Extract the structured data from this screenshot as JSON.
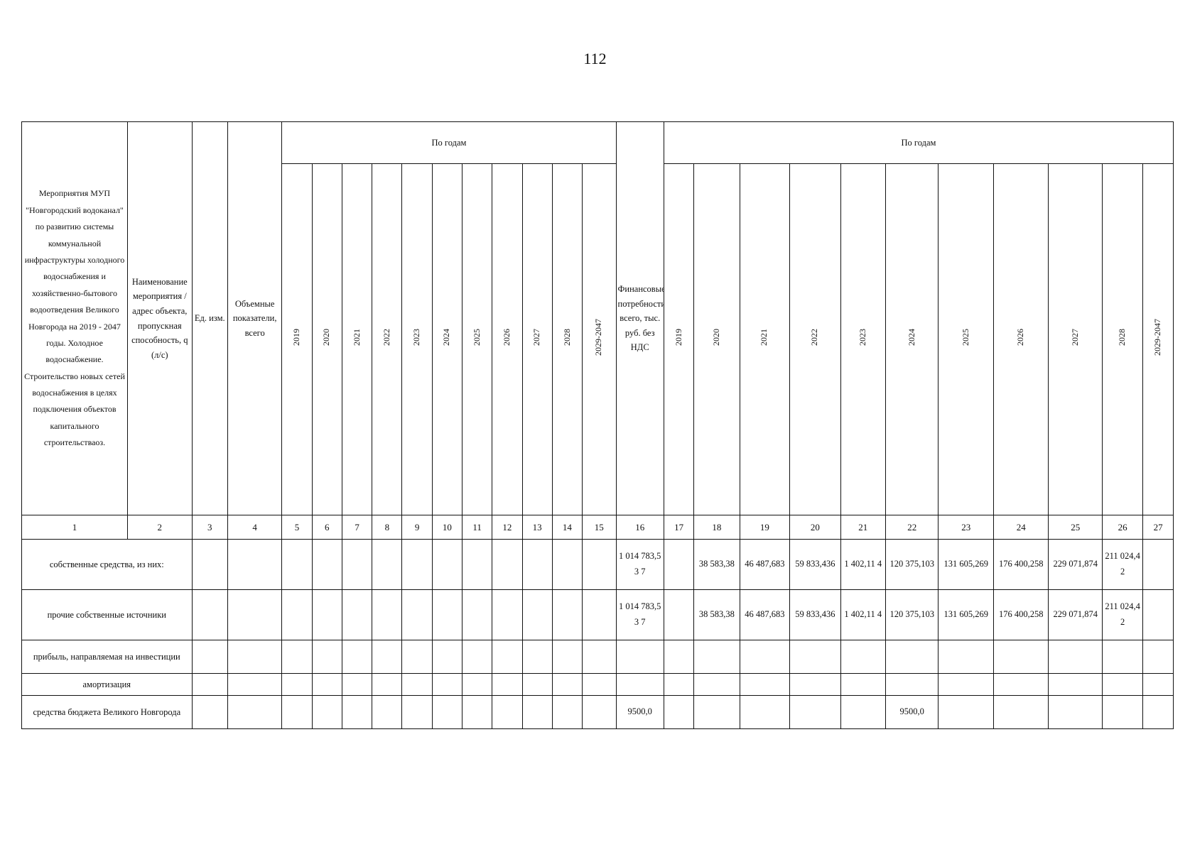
{
  "page_number": "112",
  "header": {
    "col1_title": "Мероприятия МУП \"Новгородский водоканал\" по развитию системы коммунальной инфраструктуры холодного водоснабжения и хозяйственно-бытового водоотведения Великого Новгорода на 2019 - 2047 годы. Холодное водоснабжение. Строительство новых сетей водоснабжения в целях подключения объектов капитального строительстваоз.",
    "col2_title": "Наименование мероприятия /адрес объекта, пропускная способность, q (л/с)",
    "col3_title": "Ед. изм.",
    "col4_title": "Объемные показатели, всего",
    "by_years_label": "По годам",
    "col16_title": "Финансовые потребности, всего, тыс. руб. без НДС",
    "years": [
      "2019",
      "2020",
      "2021",
      "2022",
      "2023",
      "2024",
      "2025",
      "2026",
      "2027",
      "2028",
      "2029-2047"
    ]
  },
  "column_numbers": [
    "1",
    "2",
    "3",
    "4",
    "5",
    "6",
    "7",
    "8",
    "9",
    "10",
    "11",
    "12",
    "13",
    "14",
    "15",
    "16",
    "17",
    "18",
    "19",
    "20",
    "21",
    "22",
    "23",
    "24",
    "25",
    "26",
    "27"
  ],
  "rows": [
    {
      "label": "собственные средства, из них:",
      "total": "1 014 783,53 7",
      "by_year": [
        "",
        "38 583,38",
        "46 487,683",
        "59 833,436",
        "1 402,11 4",
        "120 375,103",
        "131 605,269",
        "176 400,258",
        "229 071,874",
        "211 024,4 2",
        ""
      ]
    },
    {
      "label": "прочие собственные источники",
      "total": "1 014 783,53 7",
      "by_year": [
        "",
        "38 583,38",
        "46 487,683",
        "59 833,436",
        "1 402,11 4",
        "120 375,103",
        "131 605,269",
        "176 400,258",
        "229 071,874",
        "211 024,4 2",
        ""
      ]
    },
    {
      "label": "прибыль, направляемая на инвестиции",
      "total": "",
      "by_year": [
        "",
        "",
        "",
        "",
        "",
        "",
        "",
        "",
        "",
        "",
        ""
      ]
    },
    {
      "label": "амортизация",
      "total": "",
      "by_year": [
        "",
        "",
        "",
        "",
        "",
        "",
        "",
        "",
        "",
        "",
        ""
      ]
    },
    {
      "label": "средства бюджета Великого Новгорода",
      "total": "9500,0",
      "by_year": [
        "",
        "",
        "",
        "",
        "",
        "9500,0",
        "",
        "",
        "",
        "",
        ""
      ]
    }
  ]
}
